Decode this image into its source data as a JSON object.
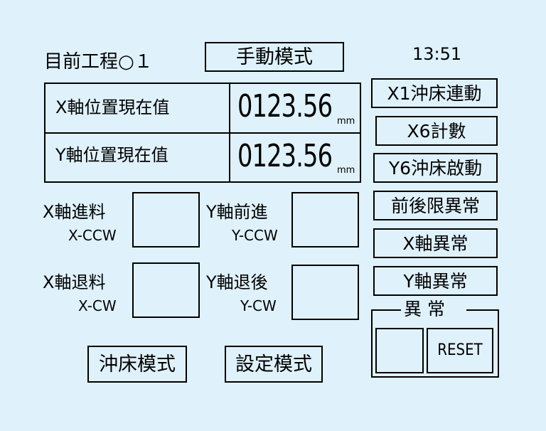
{
  "header": {
    "process_label": "目前工程○１",
    "mode_display": "手動模式",
    "clock": "13:51"
  },
  "positions": {
    "x_label": "X軸位置現在值",
    "x_value": "0123.56",
    "x_unit": "mm",
    "y_label": "Y軸位置現在值",
    "y_value": "0123.56",
    "y_unit": "mm"
  },
  "jog": {
    "x_feed_label": "X軸進料",
    "x_feed_sub": "X-CCW",
    "y_fwd_label": "Y軸前進",
    "y_fwd_sub": "Y-CCW",
    "x_ret_label": "X軸退料",
    "x_ret_sub": "X-CW",
    "y_back_label": "Y軸退後",
    "y_back_sub": "Y-CW"
  },
  "bottom": {
    "punch_mode": "沖床模式",
    "setting_mode": "設定模式"
  },
  "side": {
    "x1_punch": "X1沖床連動",
    "x6_count": "X6計數",
    "y6_punch": "Y6沖床啟動",
    "limit_abnormal": "前後限異常",
    "x_abnormal": "X軸異常",
    "y_abnormal": "Y軸異常"
  },
  "alarm": {
    "title": "異 常",
    "reset": "RESET"
  },
  "colors": {
    "background": "#dff1fb",
    "line": "#000000"
  }
}
